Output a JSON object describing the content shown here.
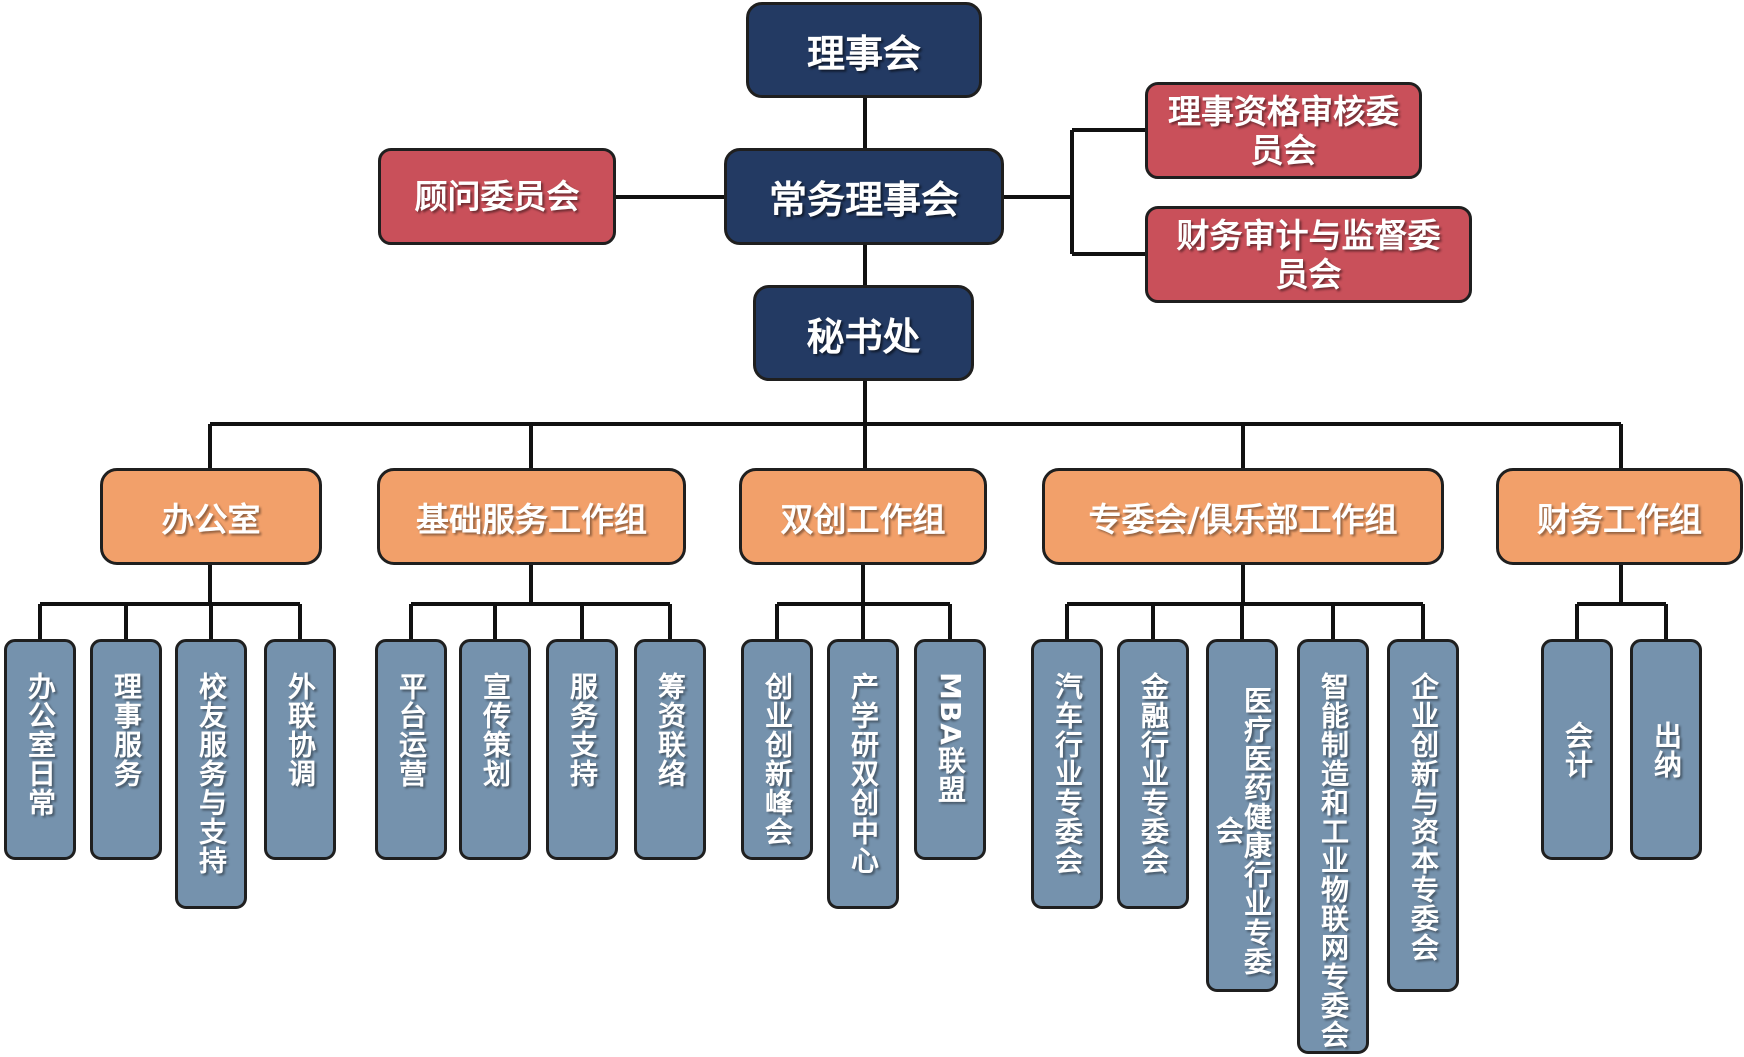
{
  "top": {
    "board": "理事会",
    "standing": "常务理事会",
    "advisory": "顾问委员会",
    "qualification": "理事资格审核委员会",
    "audit": "财务审计与监督委员会",
    "secretariat": "秘书处"
  },
  "groups": [
    {
      "label": "办公室",
      "items": [
        "办公室日常",
        "理事服务",
        "校友服务与支持",
        "外联协调"
      ]
    },
    {
      "label": "基础服务工作组",
      "items": [
        "平台运营",
        "宣传策划",
        "服务支持",
        "筹资联络"
      ]
    },
    {
      "label": "双创工作组",
      "items": [
        "创业创新峰会",
        "产学研双创中心",
        "MBA联盟"
      ]
    },
    {
      "label": "专委会/俱乐部工作组",
      "items": [
        "汽车行业专委会",
        "金融行业专委会",
        "医疗医药健康行业专委会",
        "智能制造和工业物联网专委会",
        "企业创新与资本专委会"
      ]
    },
    {
      "label": "财务工作组",
      "items": [
        "会计",
        "出纳"
      ]
    }
  ]
}
